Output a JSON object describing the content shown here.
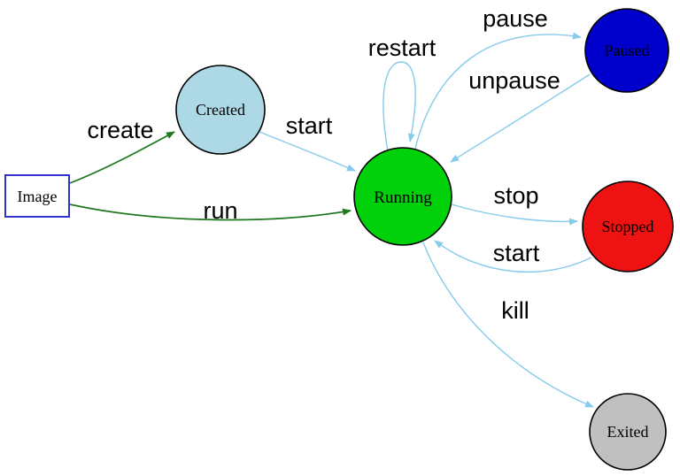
{
  "diagram": {
    "type": "state-diagram",
    "description": "Container lifecycle state diagram",
    "colors": {
      "edge_blue": "#85CBEB",
      "edge_green": "#1E781E",
      "label": "#000000",
      "node_border": "#000000",
      "image_fill": "#FFFFFF",
      "image_border": "#3333CC",
      "created_fill": "#ADD8E6",
      "running_fill": "#00D10A",
      "paused_fill": "#0000CD",
      "stopped_fill": "#EE1212",
      "exited_fill": "#C0C0C0"
    },
    "nodes": [
      {
        "id": "image",
        "label": "Image",
        "shape": "rect"
      },
      {
        "id": "created",
        "label": "Created",
        "shape": "circle"
      },
      {
        "id": "running",
        "label": "Running",
        "shape": "circle"
      },
      {
        "id": "paused",
        "label": "Paused",
        "shape": "circle"
      },
      {
        "id": "stopped",
        "label": "Stopped",
        "shape": "circle"
      },
      {
        "id": "exited",
        "label": "Exited",
        "shape": "circle"
      }
    ],
    "edges": [
      {
        "from": "Image",
        "to": "Created",
        "label": "create"
      },
      {
        "from": "Image",
        "to": "Running",
        "label": "run"
      },
      {
        "from": "Created",
        "to": "Running",
        "label": "start"
      },
      {
        "from": "Running",
        "to": "Running",
        "label": "restart"
      },
      {
        "from": "Running",
        "to": "Paused",
        "label": "pause"
      },
      {
        "from": "Paused",
        "to": "Running",
        "label": "unpause"
      },
      {
        "from": "Running",
        "to": "Stopped",
        "label": "stop"
      },
      {
        "from": "Stopped",
        "to": "Running",
        "label": "start"
      },
      {
        "from": "Running",
        "to": "Exited",
        "label": "kill"
      }
    ]
  }
}
